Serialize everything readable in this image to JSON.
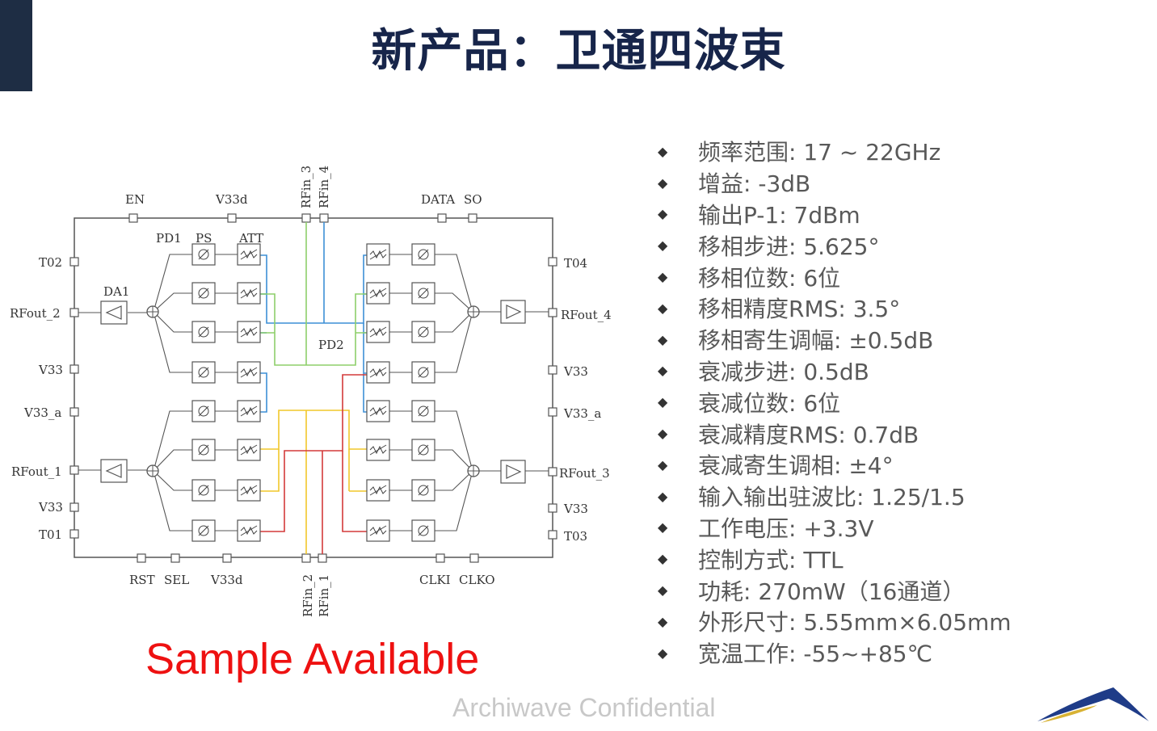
{
  "title": "新产品：卫通四波束",
  "specs": [
    "频率范围: 17 ~ 22GHz",
    "增益: -3dB",
    "输出P-1: 7dBm",
    "移相步进: 5.625°",
    "移相位数: 6位",
    "移相精度RMS: 3.5°",
    "移相寄生调幅: ±0.5dB",
    "衰减步进: 0.5dB",
    "衰减位数: 6位",
    "衰减精度RMS: 0.7dB",
    "衰减寄生调相: ±4°",
    "输入输出驻波比: 1.25/1.5",
    "工作电压: +3.3V",
    "控制方式: TTL",
    "功耗: 270mW（16通道）",
    "外形尺寸: 5.55mm×6.05mm",
    "宽温工作: -55~+85℃"
  ],
  "sample_text": "Sample Available",
  "confidential_text": "Archiwave Confidential",
  "diagram": {
    "top_pins": [
      "EN",
      "V33d",
      "DATA",
      "SO"
    ],
    "rf_in_top": [
      "RFin_3",
      "RFin_4"
    ],
    "rf_in_bottom": [
      "RFin_2",
      "RFin_1"
    ],
    "bottom_pins": [
      "RST",
      "SEL",
      "V33d",
      "CLKI",
      "CLKO"
    ],
    "left_pins": [
      "T02",
      "RFout_2",
      "V33",
      "V33_a",
      "RFout_1",
      "V33",
      "T01"
    ],
    "right_pins": [
      "T04",
      "RFout_4",
      "V33",
      "V33_a",
      "RFout_3",
      "V33",
      "T03"
    ],
    "block_labels": [
      "PD1",
      "PS",
      "ATT",
      "DA1",
      "PD2"
    ]
  },
  "colors": {
    "title": "#17254a",
    "sample": "#ee1111",
    "blue": "#3d8fd6",
    "green": "#8ecf6a",
    "yellow": "#f1c72a",
    "red": "#d33a3a"
  }
}
